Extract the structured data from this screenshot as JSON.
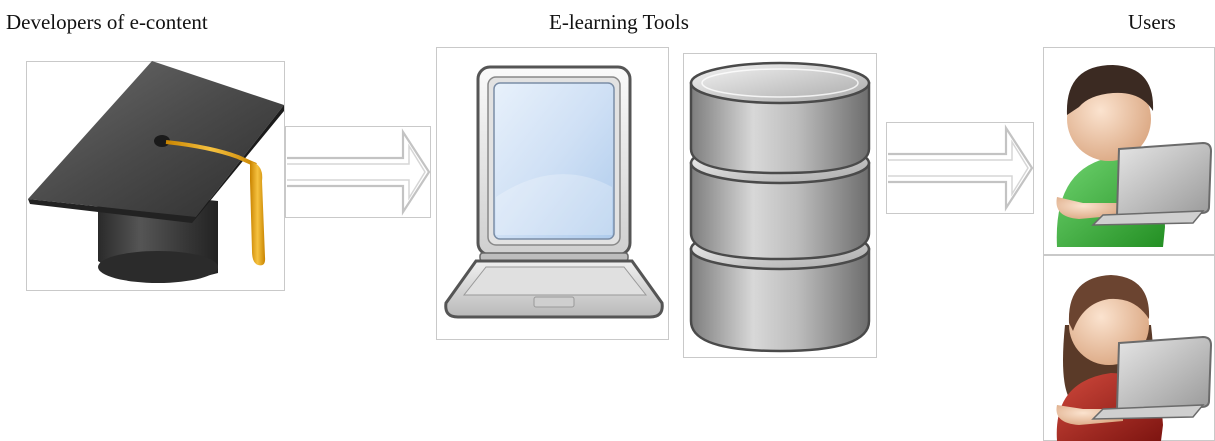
{
  "labels": {
    "developers": "Developers of e-content",
    "tools": "E-learning Tools",
    "users": "Users"
  },
  "icons": {
    "developers": "graduation-cap-icon",
    "tool_laptop": "laptop-icon",
    "tool_database": "database-icon",
    "user_male": "male-user-with-laptop-icon",
    "user_female": "female-user-with-laptop-icon",
    "arrow": "double-line-arrow-right-icon"
  },
  "colors": {
    "frame_border": "#c9c9c9",
    "cap": "#3a3a3a",
    "tassel": "#e8a21a",
    "screen": "#cfe0f5",
    "database": "#a8a8a8",
    "male_shirt": "#3cae3c",
    "female_shirt": "#a8261c"
  }
}
